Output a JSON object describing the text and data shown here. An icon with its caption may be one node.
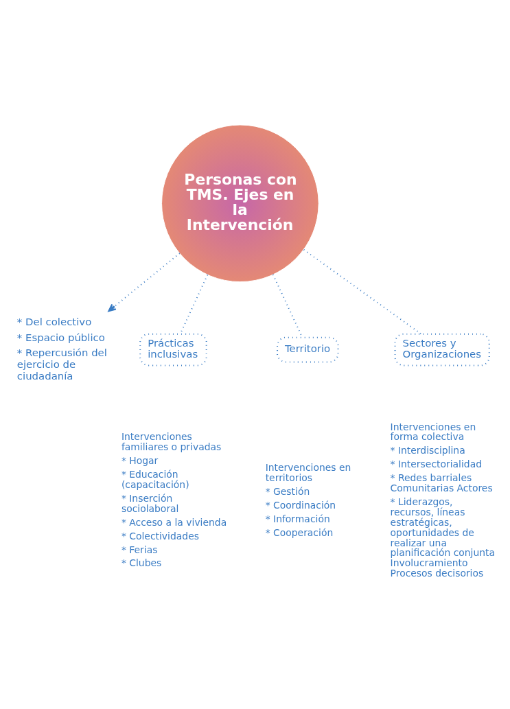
{
  "diagram": {
    "nodes": [
      {
        "text": [
          "Personas con TMS. Ejes en la Intervención"
        ]
      },
      {
        "text": [
          "* Del colectivo",
          "* Espacio público",
          "* Repercusión del ejercicio de ciudadanía"
        ]
      },
      {
        "text": [
          "Prácticas inclusivas"
        ],
        "beside": [
          "Intervenciones familiares o privadas",
          "* Hogar",
          "* Educación (capacitación)",
          "* Inserción sociolaboral",
          "* Acceso a la vivienda",
          "* Colectividades",
          "* Ferias",
          "* Clubes"
        ]
      },
      {
        "text": [
          "Territorio"
        ],
        "beside": [
          "Intervenciones en territorios",
          "* Gestión",
          "* Coordinación",
          "* Información",
          "* Cooperación"
        ]
      },
      {
        "text": [
          "Sectores y Organizaciones"
        ],
        "beside": [
          "Intervenciones en forma colectiva",
          "* Interdisciplina",
          "* Intersectorialidad",
          "* Redes barriales Comunitarias Actores",
          "* Liderazgos, recursos, líneas estratégicas, oportunidades de realizar una planificación conjunta Involucramiento Procesos decisorios"
        ]
      }
    ],
    "edges": [
      {
        "from": 0,
        "to": 1,
        "arrow": "to"
      },
      {
        "from": 0,
        "to": 2,
        "arrow": "none"
      },
      {
        "from": 0,
        "to": 3,
        "arrow": "none"
      },
      {
        "from": 0,
        "to": 4,
        "arrow": "none"
      }
    ]
  }
}
